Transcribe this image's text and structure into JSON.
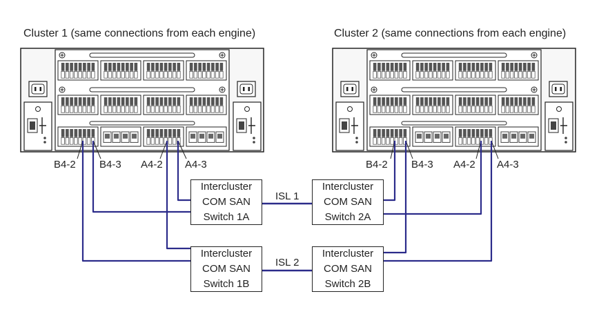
{
  "cluster1": {
    "title": "Cluster 1 (same connections from each engine)",
    "ports": [
      "B4-2",
      "B4-3",
      "A4-2",
      "A4-3"
    ]
  },
  "cluster2": {
    "title": "Cluster 2 (same connections from each engine)",
    "ports": [
      "B4-2",
      "B4-3",
      "A4-2",
      "A4-3"
    ]
  },
  "switches": {
    "s1a": [
      "Intercluster",
      "COM SAN",
      "Switch 1A"
    ],
    "s2a": [
      "Intercluster",
      "COM SAN",
      "Switch 2A"
    ],
    "s1b": [
      "Intercluster",
      "COM SAN",
      "Switch 1B"
    ],
    "s2b": [
      "Intercluster",
      "COM SAN",
      "Switch 2B"
    ]
  },
  "links": {
    "isl1": "ISL 1",
    "isl2": "ISL 2"
  },
  "colors": {
    "cable": "#2b2b8a",
    "outline": "#222222"
  }
}
